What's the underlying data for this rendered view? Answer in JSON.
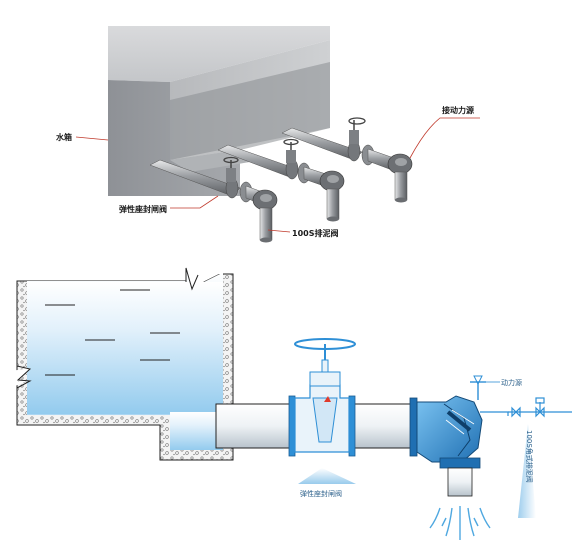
{
  "labels": {
    "water_tank": "水箱",
    "power_source_top": "接动力源",
    "resilient_valve_top": "弹性座封闸阀",
    "drain_valve_top": "100S排泥阀",
    "power_source_bottom": "动力源",
    "resilient_valve_bottom": "弹性座封闸阀",
    "drain_valve_bottom": "100S角式排泥阀"
  },
  "colors": {
    "label_text": "#1a1a1a",
    "leader_line": "#c0392b",
    "water_blue": "#b9ddf4",
    "pipe_blue": "#2e8fd6",
    "valve_dark": "#1f6fb2"
  }
}
